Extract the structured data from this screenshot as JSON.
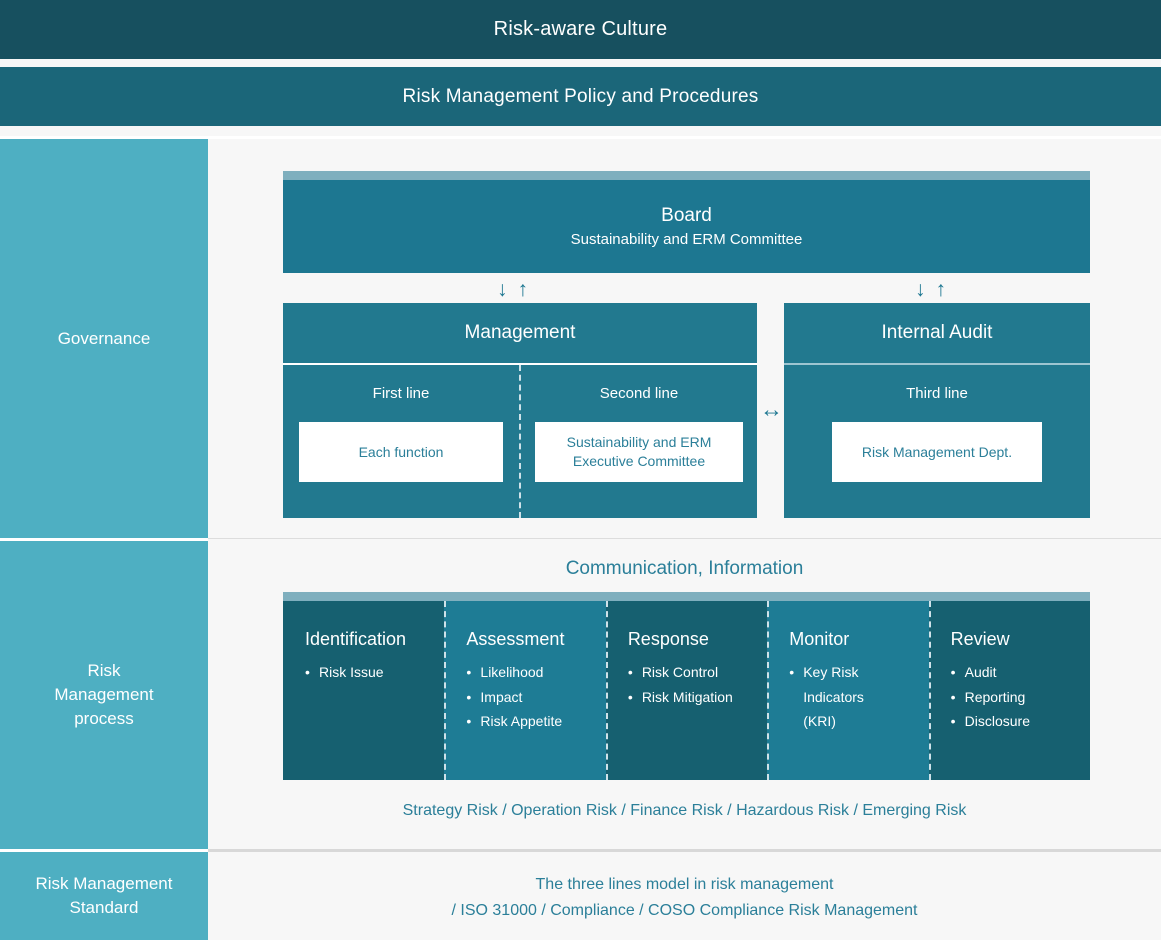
{
  "banners": {
    "culture": "Risk-aware Culture",
    "policy": "Risk Management Policy and Procedures"
  },
  "rail": {
    "governance": "Governance",
    "process_line1": "Risk",
    "process_line2": "Management",
    "process_line3": "process",
    "standard_line1": "Risk Management",
    "standard_line2": "Standard"
  },
  "governance": {
    "board": {
      "title": "Board",
      "subtitle": "Sustainability and ERM Committee"
    },
    "arrow_down": "↓",
    "arrow_up": "↑",
    "double_arrow": "↔",
    "management": {
      "title": "Management",
      "lanes": [
        {
          "label": "First line",
          "card": "Each function"
        },
        {
          "label": "Second line",
          "card": "Sustainability and ERM\nExecutive Committee"
        }
      ]
    },
    "internal_audit": {
      "title": "Internal Audit",
      "lanes": [
        {
          "label": "Third line",
          "card": "Risk Management Dept."
        }
      ]
    }
  },
  "process": {
    "communication": "Communication, Information",
    "columns": [
      {
        "title": "Identification",
        "items": [
          "Risk Issue"
        ],
        "shade": "dark"
      },
      {
        "title": "Assessment",
        "items": [
          "Likelihood",
          "Impact",
          "Risk Appetite"
        ],
        "shade": "light"
      },
      {
        "title": "Response",
        "items": [
          "Risk Control",
          "Risk Mitigation"
        ],
        "shade": "dark"
      },
      {
        "title": "Monitor",
        "items": [
          "Key Risk Indicators (KRI)"
        ],
        "shade": "light"
      },
      {
        "title": "Review",
        "items": [
          "Audit",
          "Reporting",
          "Disclosure"
        ],
        "shade": "dark"
      }
    ],
    "risk_types": "Strategy Risk / Operation Risk / Finance Risk / Hazardous Risk / Emerging Risk"
  },
  "standard": {
    "line1": "The three lines model in risk management",
    "line2": "/ ISO 31000 / Compliance / COSO Compliance Risk Management"
  },
  "colors": {
    "band_dark": "#17505f",
    "band_mid": "#1b6679",
    "rail": "#4eafc2",
    "box_teal": "#1d7791",
    "box_teal_alt": "#22798f",
    "cap_light": "#7fafbe",
    "proc_dark": "#166070",
    "proc_light": "#1e7c95",
    "text_accent": "#2b7f99",
    "page_bg": "#f7f7f7"
  }
}
